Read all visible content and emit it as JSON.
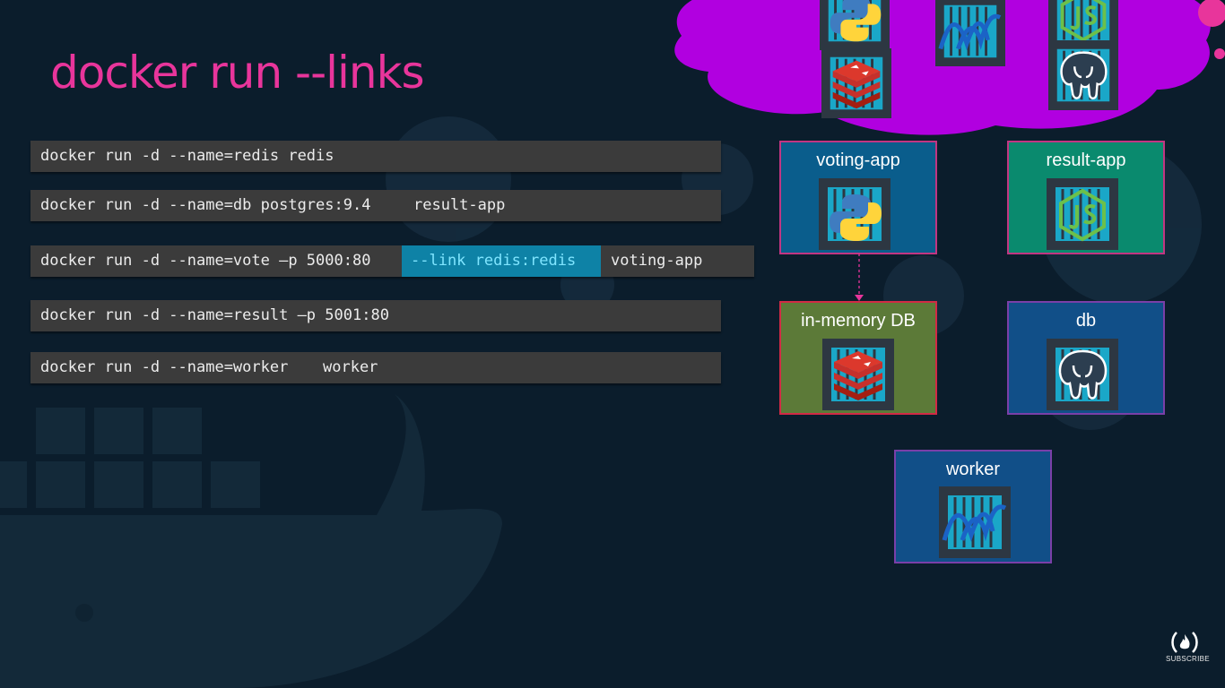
{
  "title": "docker run --links",
  "commands": [
    {
      "text": "docker run -d --name=redis redis",
      "extra": ""
    },
    {
      "text": "docker run -d --name=db postgres:9.4",
      "extra": "result-app"
    },
    {
      "text": "docker run -d --name=vote –p 5000:80",
      "link": "--link redis:redis",
      "extra": "voting-app"
    },
    {
      "text": "docker run -d --name=result –p 5001:80",
      "extra": ""
    },
    {
      "text": "docker run -d --name=worker",
      "extra": "worker"
    }
  ],
  "services": {
    "voting_app": {
      "label": "voting-app",
      "icon": "python-icon"
    },
    "result_app": {
      "label": "result-app",
      "icon": "nodejs-icon"
    },
    "in_memory_db": {
      "label": "in-memory DB",
      "icon": "redis-icon"
    },
    "db": {
      "label": "db",
      "icon": "postgres-icon"
    },
    "worker": {
      "label": "worker",
      "icon": "dotnet-icon"
    }
  },
  "subscribe_label": "SUBSCRIBE",
  "colors": {
    "background": "#0b1d2c",
    "title": "#e8359b",
    "cloud": "#b100e0",
    "link_highlight": "#0e82a6",
    "voting_app": "#0a5d8c",
    "result_app": "#0a8a6e",
    "in_memory_db": "#5c7a38",
    "db": "#114f88",
    "worker": "#114f88"
  }
}
